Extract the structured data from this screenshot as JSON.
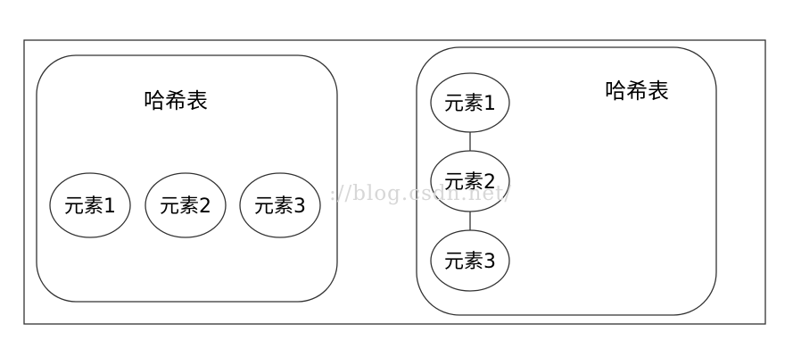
{
  "diagram": {
    "left_panel": {
      "title": "哈希表",
      "elements": [
        "元素1",
        "元素2",
        "元素3"
      ]
    },
    "right_panel": {
      "title": "哈希表",
      "elements": [
        "元素1",
        "元素2",
        "元素3"
      ]
    },
    "watermark": "://blog.csdn.net/",
    "colors": {
      "stroke": "#333333",
      "background": "#ffffff",
      "watermark": "#d7d7d7"
    }
  }
}
